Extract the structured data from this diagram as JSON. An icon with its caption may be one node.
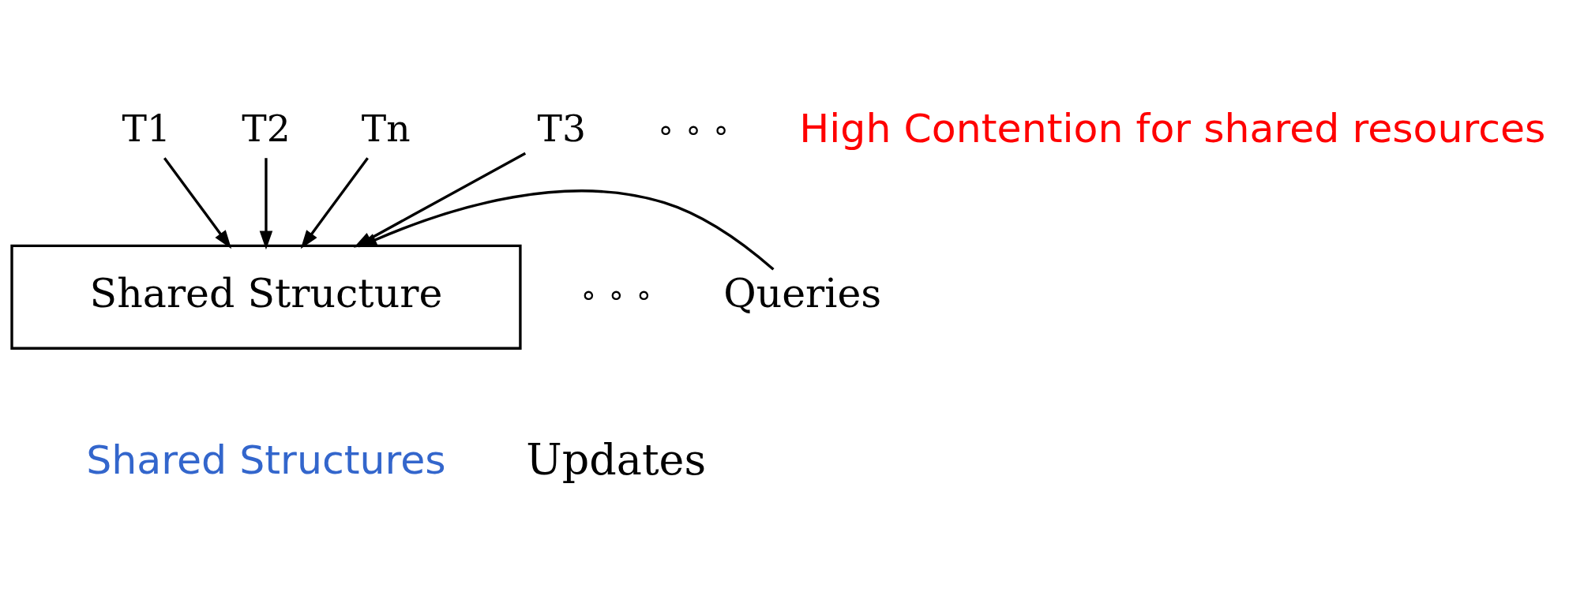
{
  "diagram": {
    "nodes": [
      {
        "text": [
          "T1"
        ]
      },
      {
        "text": [
          "T2"
        ]
      },
      {
        "text": [
          "T3"
        ]
      },
      {
        "text": [
          "Tn"
        ]
      },
      {
        "text": [
          "Shared Structure"
        ],
        "beside": [
          "Shared Structures"
        ]
      },
      {
        "text": [
          "Queries"
        ]
      }
    ],
    "edges": [
      {
        "from": 0,
        "to": 4,
        "arrow": "to"
      },
      {
        "from": 1,
        "to": 4,
        "arrow": "to"
      },
      {
        "from": 2,
        "to": 4,
        "arrow": "to"
      },
      {
        "from": 3,
        "to": 4,
        "arrow": "to"
      },
      {
        "from": 5,
        "to": 4,
        "arrow": "to"
      }
    ],
    "labels": [
      "∘ ∘ ∘",
      "∘ ∘ ∘",
      "Updates",
      "High Contention for shared resources"
    ]
  }
}
